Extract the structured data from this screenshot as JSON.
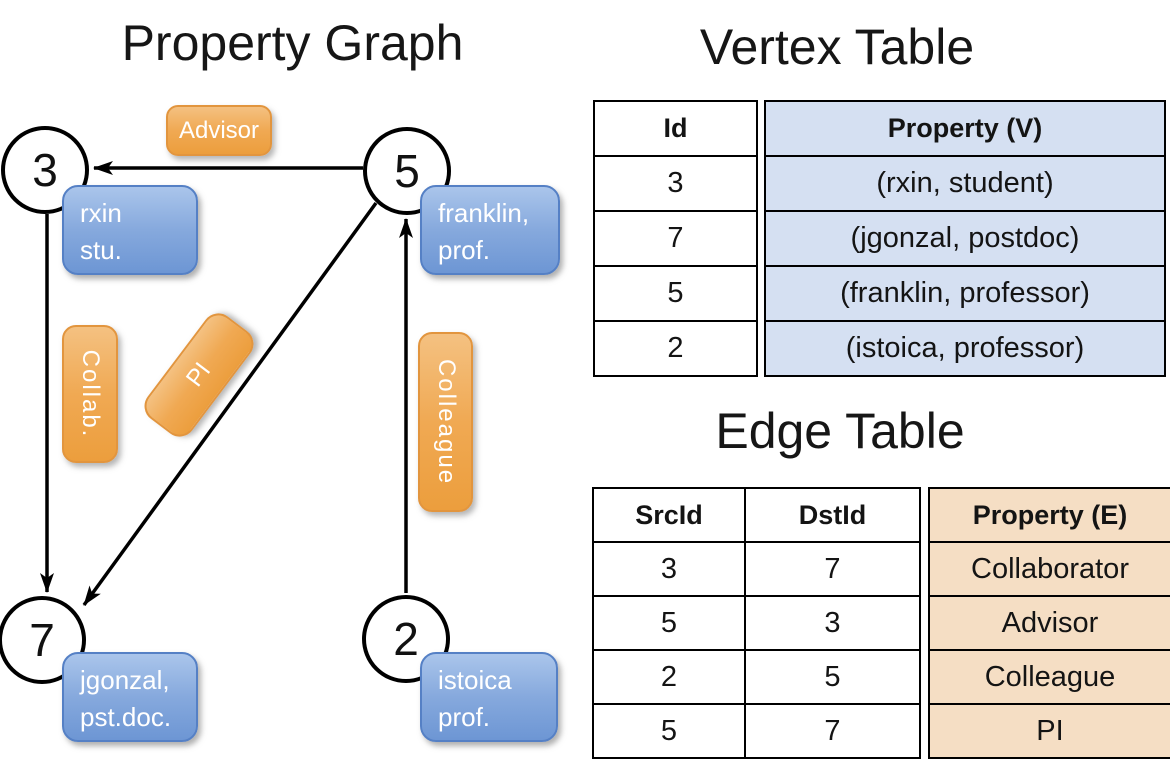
{
  "colors": {
    "edge_color": "#000000",
    "blue_box_top": "#aac5eb",
    "blue_box_bottom": "#6d96d4",
    "blue_box_border": "#5580c5",
    "orange_box_top": "#f4c181",
    "orange_box_bottom": "#ec9e3d",
    "orange_box_border": "#e2953e",
    "vertex_col_fill": "#d5e0f2",
    "edge_col_fill": "#f5dec4"
  },
  "graph": {
    "title": "Property Graph",
    "nodes": {
      "n3": {
        "id": "3",
        "line1": "rxin",
        "line2": "stu."
      },
      "n5": {
        "id": "5",
        "line1": "franklin,",
        "line2": "prof."
      },
      "n7": {
        "id": "7",
        "line1": "jgonzal,",
        "line2": "pst.doc."
      },
      "n2": {
        "id": "2",
        "line1": "istoica",
        "line2": "prof."
      }
    },
    "edge_labels": {
      "advisor": "Advisor",
      "collab": "Collab.",
      "pi": "PI",
      "colleague": "Colleague"
    }
  },
  "vertex_table": {
    "title": "Vertex Table",
    "col_id": "Id",
    "col_property": "Property (V)",
    "rows": [
      {
        "id": "3",
        "property": "(rxin, student)"
      },
      {
        "id": "7",
        "property": "(jgonzal, postdoc)"
      },
      {
        "id": "5",
        "property": "(franklin, professor)"
      },
      {
        "id": "2",
        "property": "(istoica, professor)"
      }
    ]
  },
  "edge_table": {
    "title": "Edge Table",
    "col_src": "SrcId",
    "col_dst": "DstId",
    "col_property": "Property (E)",
    "rows": [
      {
        "src": "3",
        "dst": "7",
        "property": "Collaborator"
      },
      {
        "src": "5",
        "dst": "3",
        "property": "Advisor"
      },
      {
        "src": "2",
        "dst": "5",
        "property": "Colleague"
      },
      {
        "src": "5",
        "dst": "7",
        "property": "PI"
      }
    ]
  }
}
